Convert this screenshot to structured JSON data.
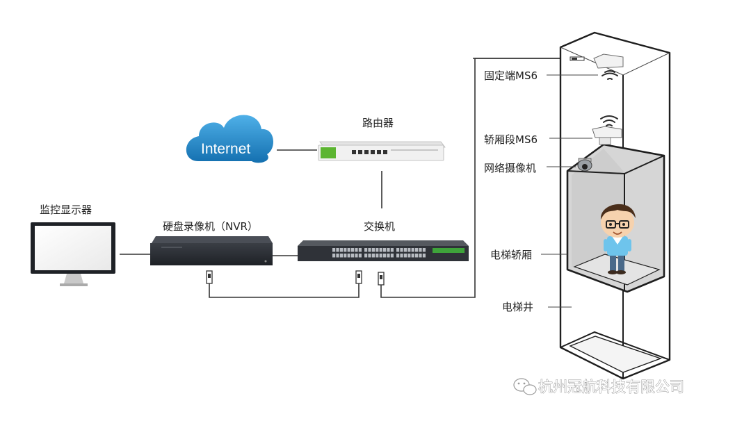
{
  "labels": {
    "internet": "Internet",
    "router": "路由器",
    "monitor": "监控显示器",
    "nvr": "硬盘录像机（NVR）",
    "switch": "交换机",
    "fixed_ms6": "固定端MS6",
    "car_ms6": "轿厢段MS6",
    "camera": "网络摄像机",
    "elevator_car": "电梯轿厢",
    "elevator_shaft": "电梯井"
  },
  "watermark": "杭州冠航科技有限公司",
  "colors": {
    "cloud": "#1f86c6",
    "router_accent": "#5cb531",
    "switch_accent": "#3ea33a",
    "device_dark": "#2a2d33",
    "car_wall": "#d6d6d6"
  },
  "icons": {
    "watermark_logo": "wechat-icon",
    "signal": "wifi-signal-icon"
  }
}
